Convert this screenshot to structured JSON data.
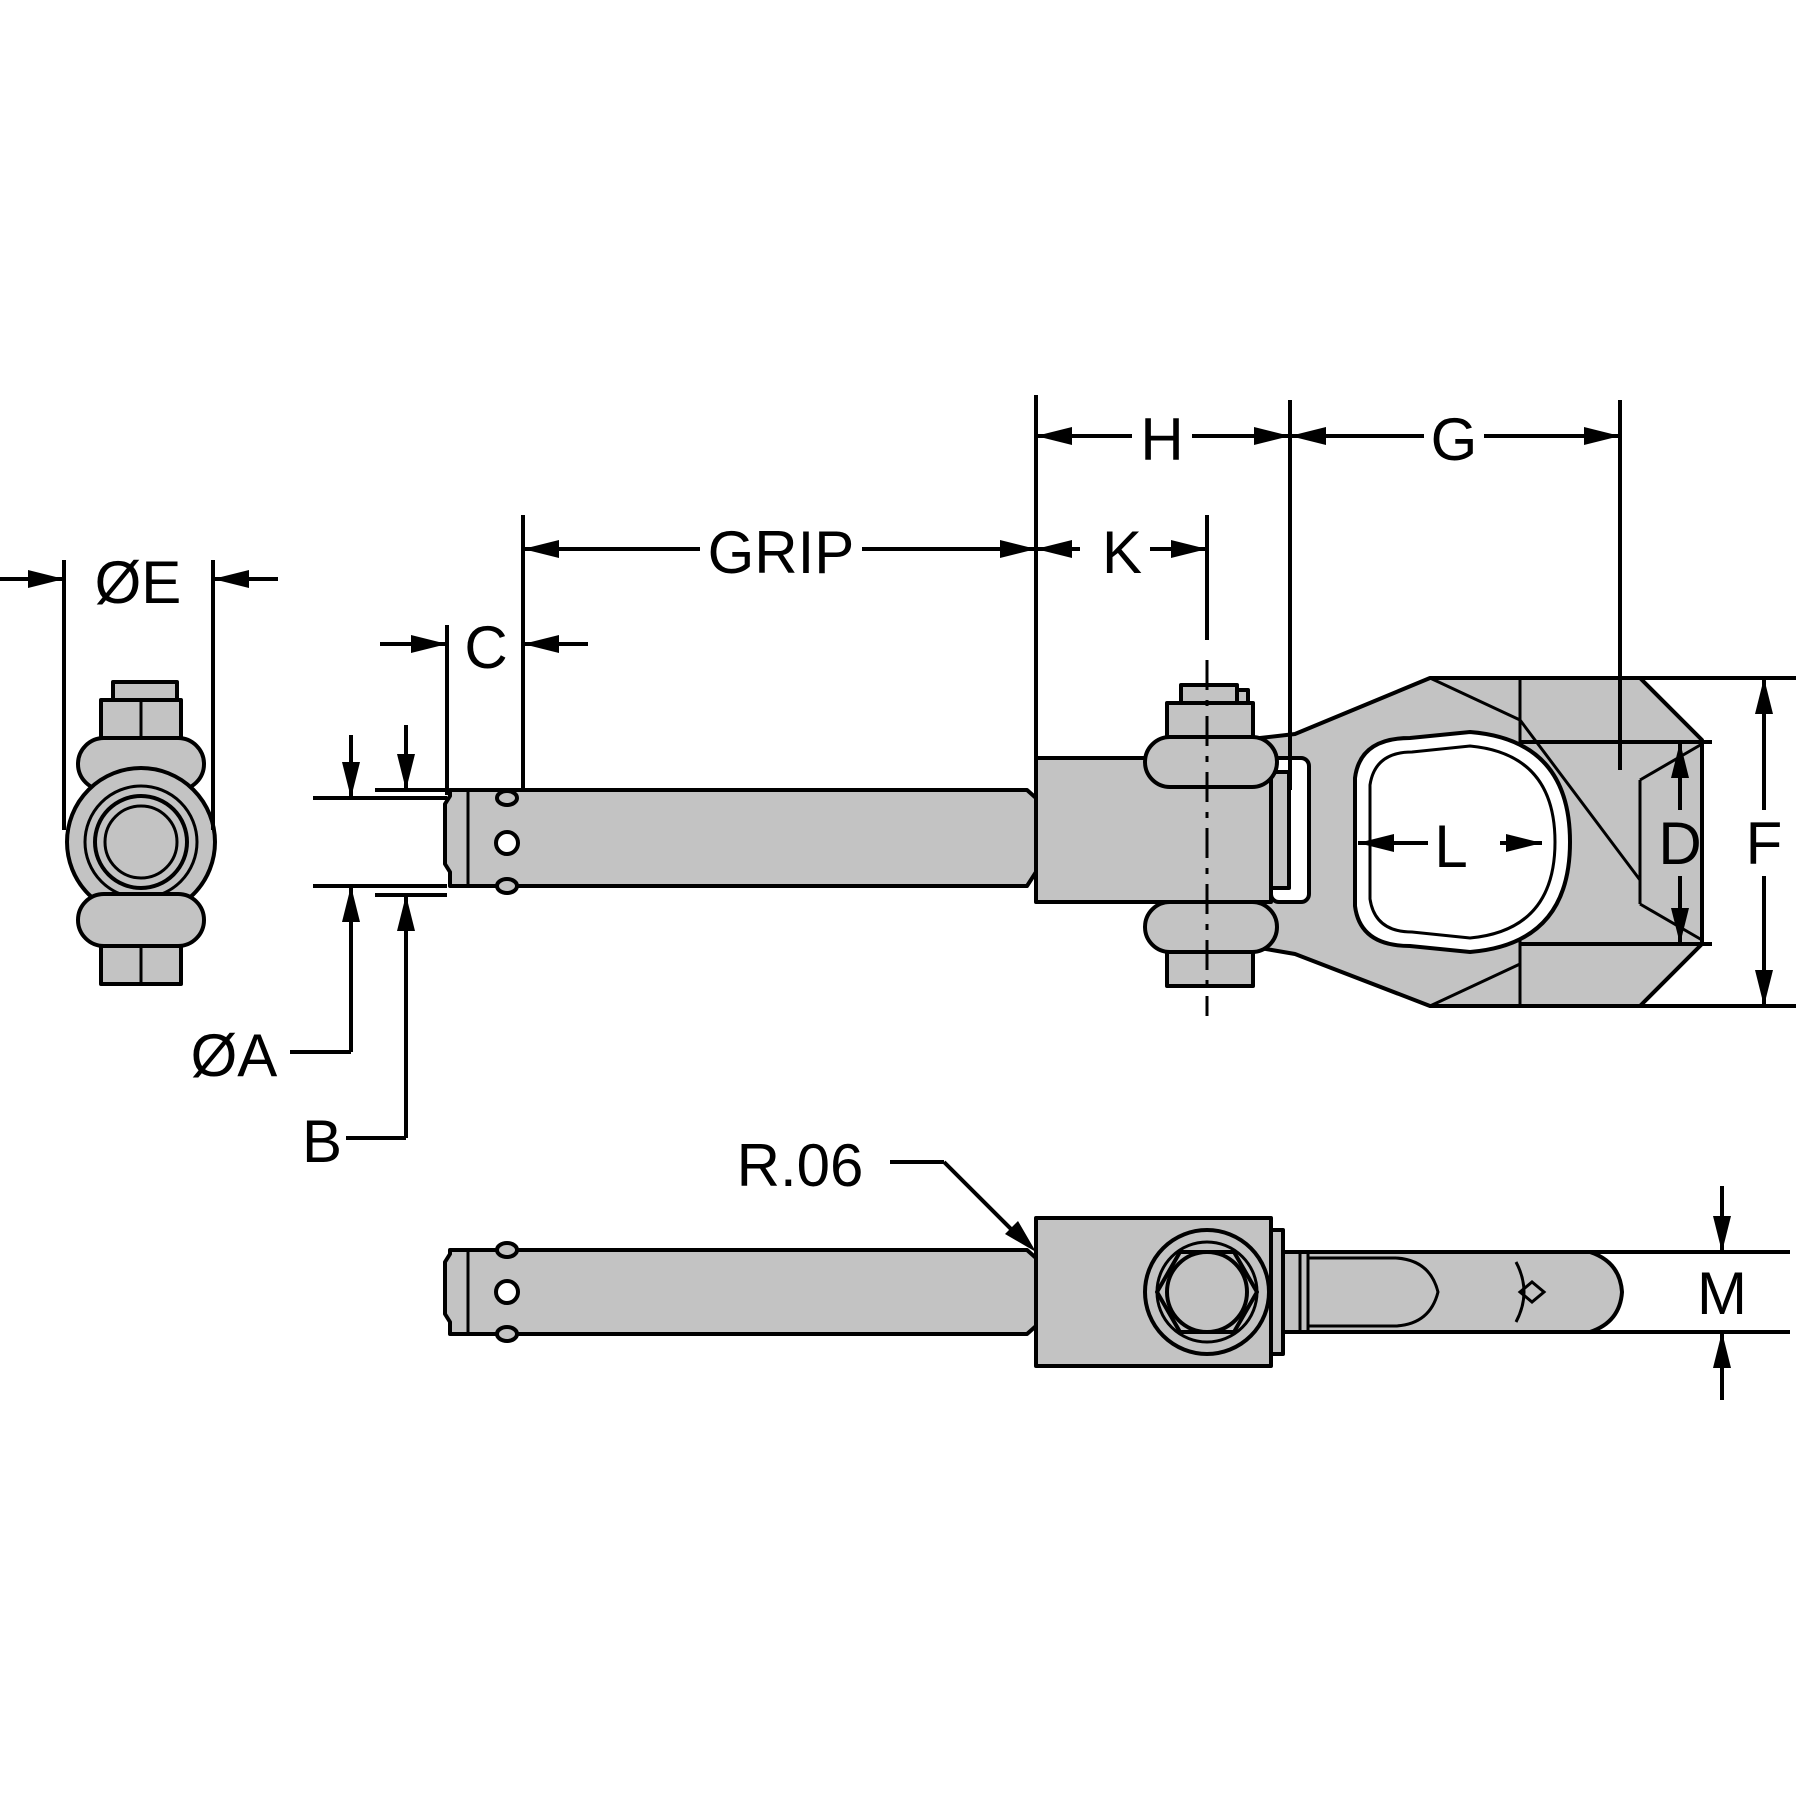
{
  "diagram": {
    "background": "#ffffff",
    "part_fill": "#c3c3c3",
    "line_color": "#000000",
    "labels": {
      "dia_e": "ØE",
      "c": "C",
      "grip": "GRIP",
      "k": "K",
      "h": "H",
      "g": "G",
      "l": "L",
      "d": "D",
      "f": "F",
      "dia_a": "ØA",
      "b": "B",
      "radius": "R.06",
      "m": "M"
    }
  }
}
